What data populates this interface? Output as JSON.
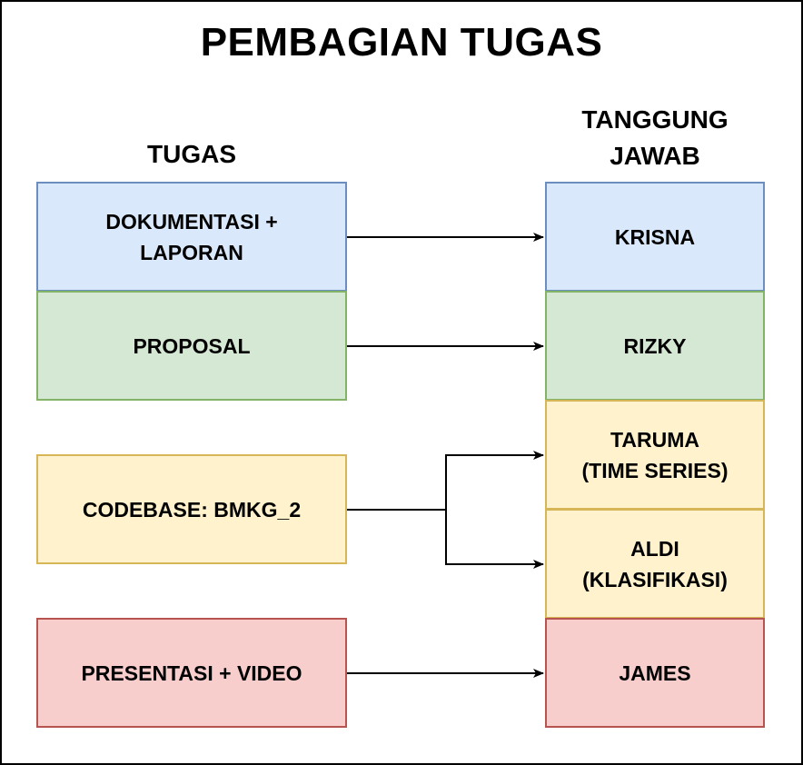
{
  "title": "PEMBAGIAN TUGAS",
  "headers": {
    "tugas": "TUGAS",
    "tanggung_jawab": "TANGGUNG\nJAWAB"
  },
  "tasks": [
    {
      "label": "DOKUMENTASI +\nLAPORAN",
      "color": "blue"
    },
    {
      "label": "PROPOSAL",
      "color": "green"
    },
    {
      "label": "CODEBASE: BMKG_2",
      "color": "yellow"
    },
    {
      "label": "PRESENTASI + VIDEO",
      "color": "red"
    }
  ],
  "assignees": [
    {
      "label": "KRISNA",
      "color": "blue"
    },
    {
      "label": "RIZKY",
      "color": "green"
    },
    {
      "label": "TARUMA\n(TIME SERIES)",
      "color": "yellow"
    },
    {
      "label": "ALDI\n(KLASIFIKASI)",
      "color": "yellow"
    },
    {
      "label": "JAMES",
      "color": "red"
    }
  ],
  "colors": {
    "blue_fill": "#dae8fc",
    "blue_stroke": "#6c8ebf",
    "green_fill": "#d5e8d4",
    "green_stroke": "#82b366",
    "yellow_fill": "#fff2cc",
    "yellow_stroke": "#d6b656",
    "red_fill": "#f8cecc",
    "red_stroke": "#b85450"
  }
}
